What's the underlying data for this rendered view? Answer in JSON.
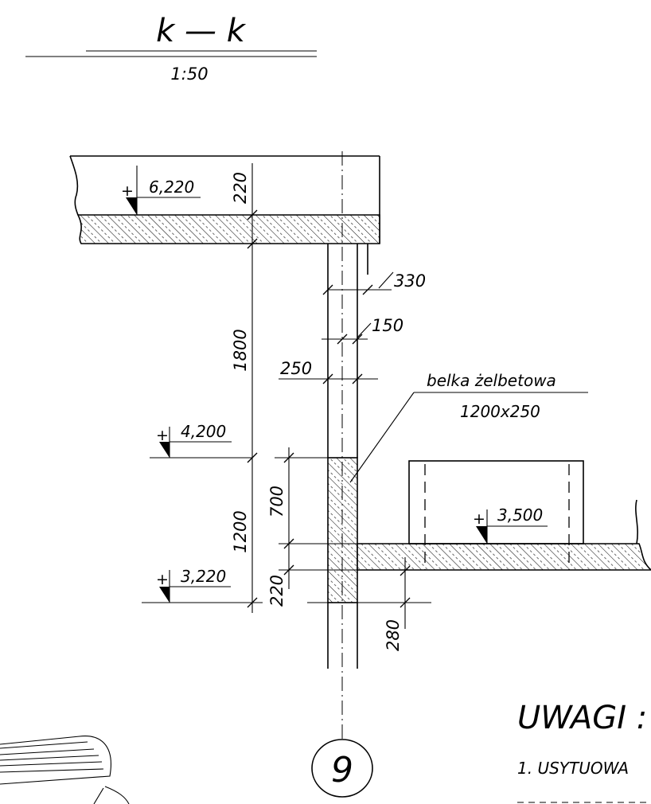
{
  "section": {
    "title": "k — k",
    "scale": "1:50"
  },
  "levels": {
    "top": "6,220",
    "mid": "4,200",
    "low": "3,220",
    "right": "3,500",
    "plus": "+"
  },
  "dimensions": {
    "slab_top": "220",
    "height_1800": "1800",
    "height_1200": "1200",
    "height_700": "700",
    "slab_low": "220",
    "w330": "330",
    "w150": "150",
    "w250": "250",
    "w280": "280"
  },
  "beam_label": {
    "name": "belka żelbetowa",
    "size": "1200x250"
  },
  "axis_marker": "9",
  "notes": {
    "heading": "UWAGI :",
    "item1": "1. USYTUOWA"
  }
}
